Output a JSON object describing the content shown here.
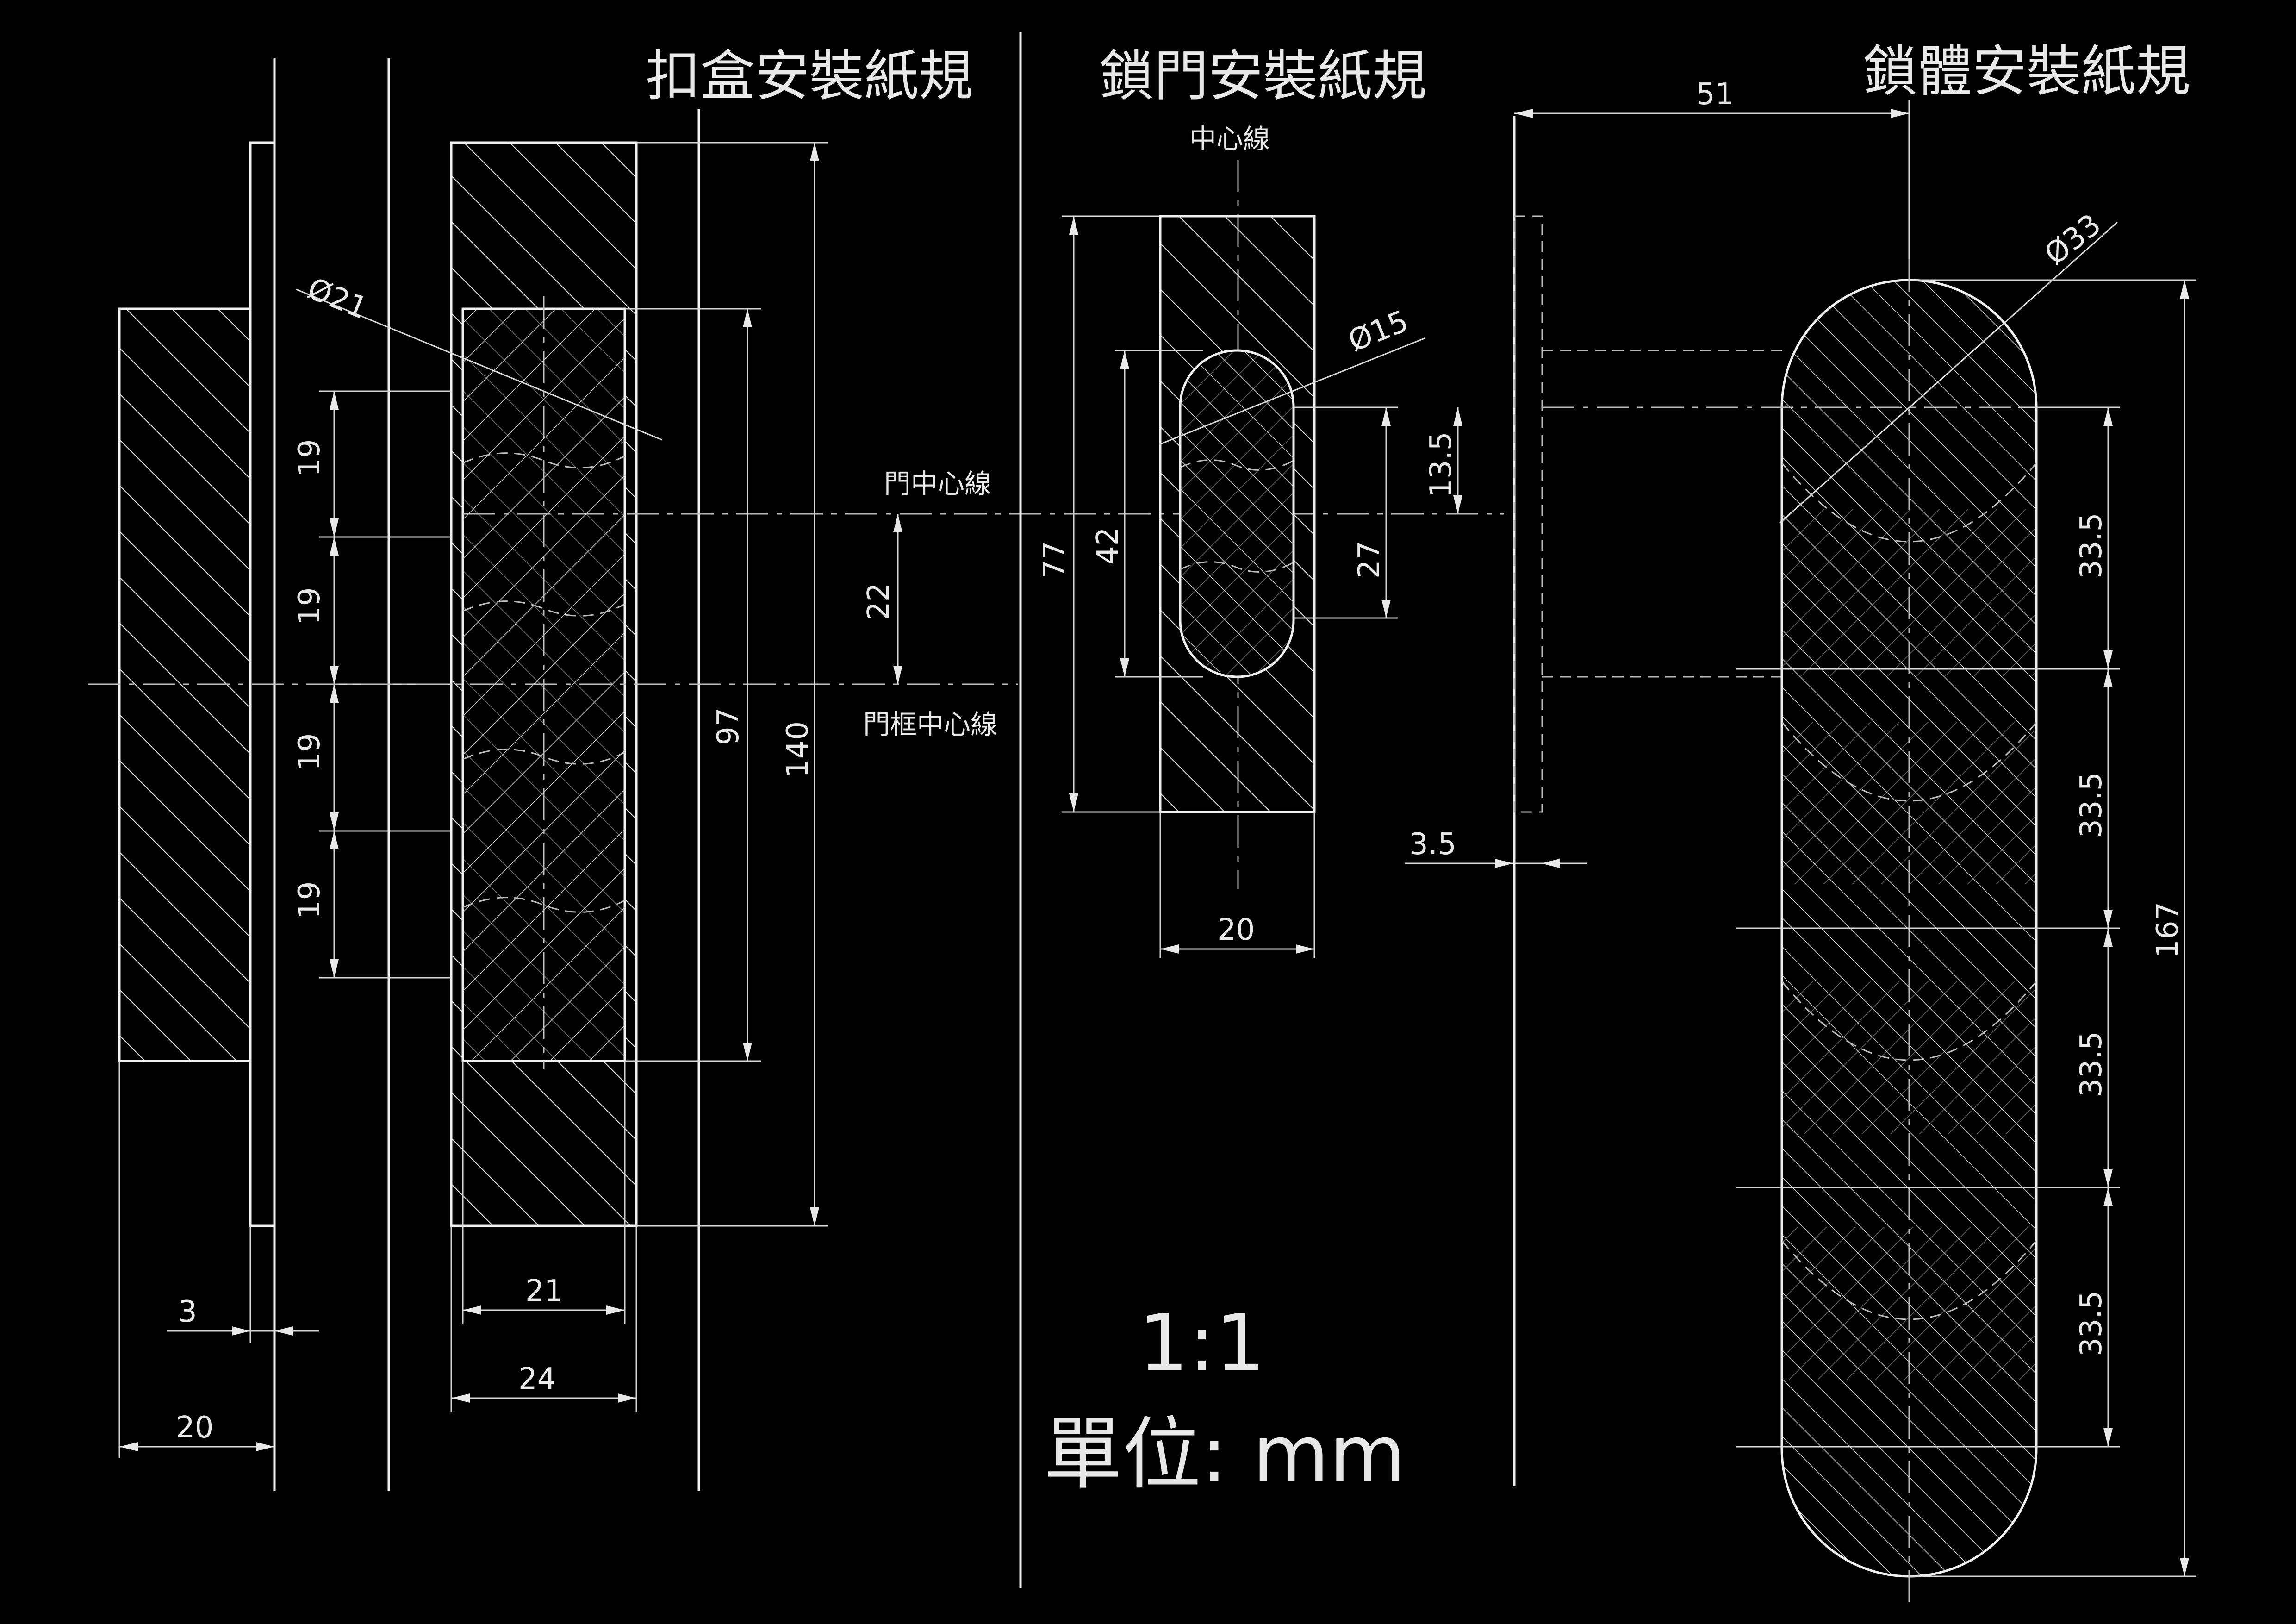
{
  "titles": {
    "strike_box": "扣盒安裝紙規",
    "door": "鎖門安裝紙規",
    "lock_body": "鎖體安裝紙規"
  },
  "labels": {
    "center_line": "中心線",
    "door_center_line": "門中心線",
    "frame_center_line": "門框中心線",
    "scale": "1:1",
    "unit": "單位: mm"
  },
  "dimensions": {
    "strike": {
      "d21": "Ø21",
      "pitch": [
        "19",
        "19",
        "19",
        "19"
      ],
      "offset": "22",
      "h97": "97",
      "h140": "140",
      "w21": "21",
      "w24": "24",
      "t3": "3",
      "w20": "20"
    },
    "door": {
      "d15": "Ø15",
      "h77": "77",
      "h42": "42",
      "h27": "27",
      "h13_5": "13.5",
      "w20": "20",
      "off3_5": "3.5"
    },
    "lock": {
      "w51": "51",
      "d33": "Ø33",
      "h167": "167",
      "pitch": [
        "33.5",
        "33.5",
        "33.5",
        "33.5"
      ]
    }
  },
  "colors": {
    "background": "#000000",
    "lines": "#f0f0f0"
  }
}
